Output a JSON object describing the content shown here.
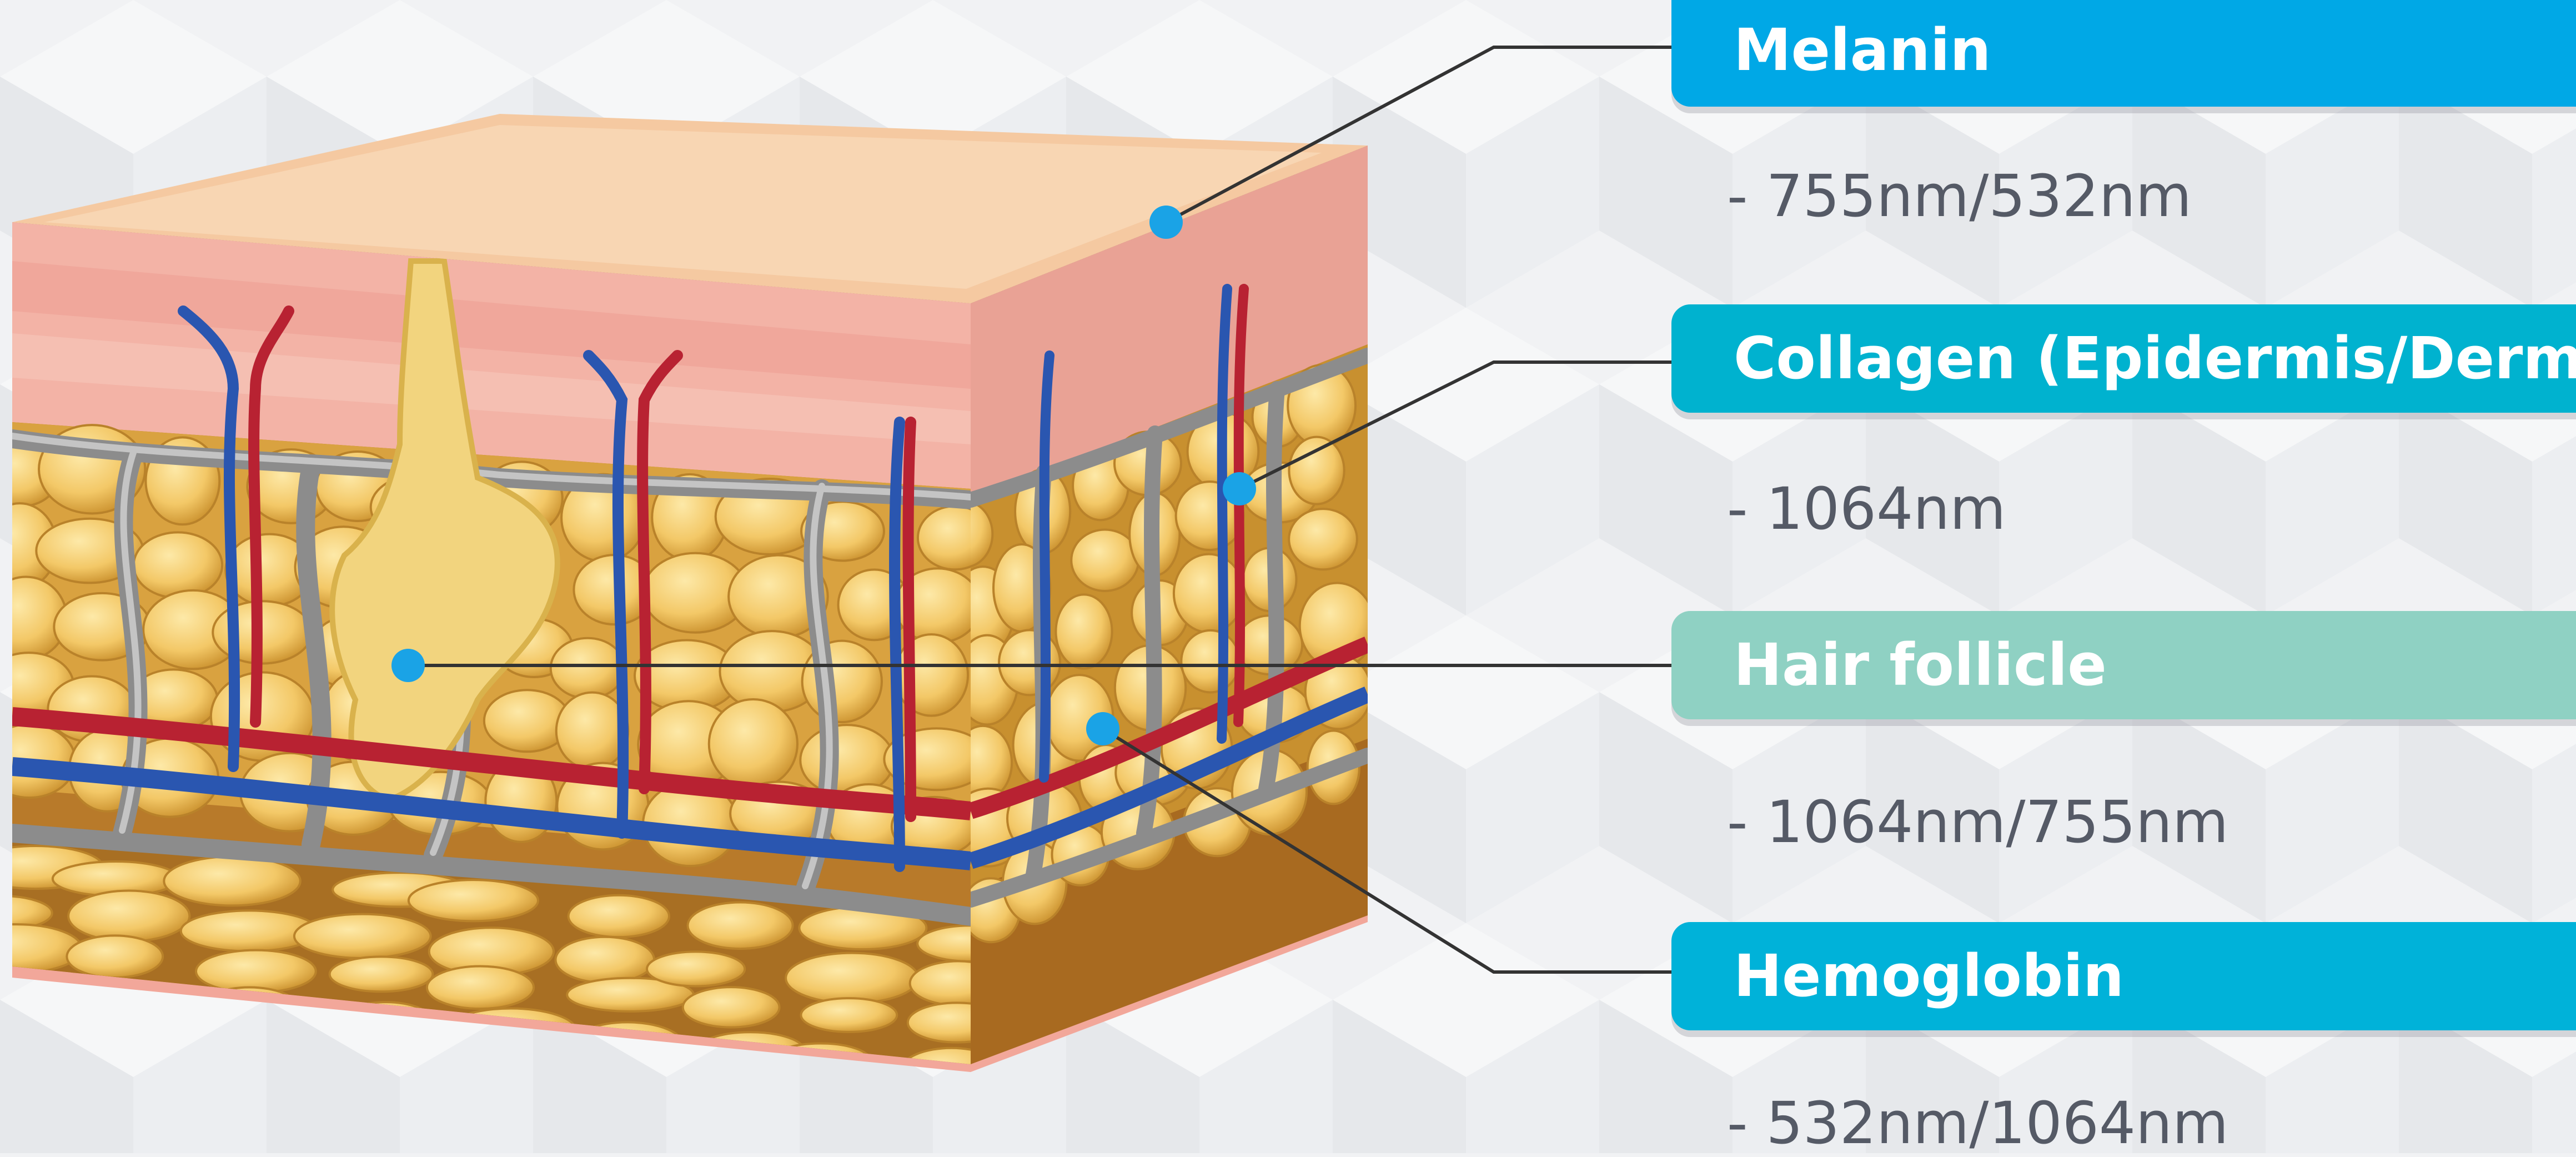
{
  "labels": [
    {
      "id": "melanin",
      "title": "Melanin",
      "value": "- 755nm/532nm",
      "color": "#00a8e6"
    },
    {
      "id": "collagen",
      "title": "Collagen (Epidermis/Dermis)",
      "value": "- 1064nm",
      "color": "#00b2cf"
    },
    {
      "id": "hair",
      "title": "Hair follicle",
      "value": "- 1064nm/755nm",
      "color": "#8fd1c3"
    },
    {
      "id": "hemo",
      "title": "Hemoglobin",
      "value": "- 532nm/1064nm",
      "color": "#00b2d9"
    }
  ],
  "colors": {
    "marker": "#1aa3e6",
    "leader_line": "#333333",
    "background": "#f1f2f4"
  }
}
